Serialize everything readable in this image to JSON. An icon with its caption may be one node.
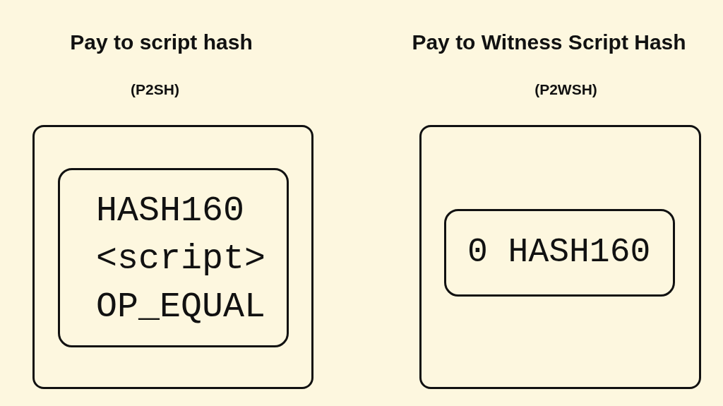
{
  "diagram": {
    "nodes": [
      {
        "text": [
          "Pay to script hash",
          "(P2SH)"
        ]
      },
      {
        "text": [
          "HASH160 <script> OP_EQUAL"
        ],
        "in": 0
      },
      {
        "text": [
          "Pay to Witness Script Hash",
          "(P2WSH)"
        ]
      },
      {
        "text": [
          "0 HASH160"
        ],
        "in": 2
      }
    ]
  }
}
